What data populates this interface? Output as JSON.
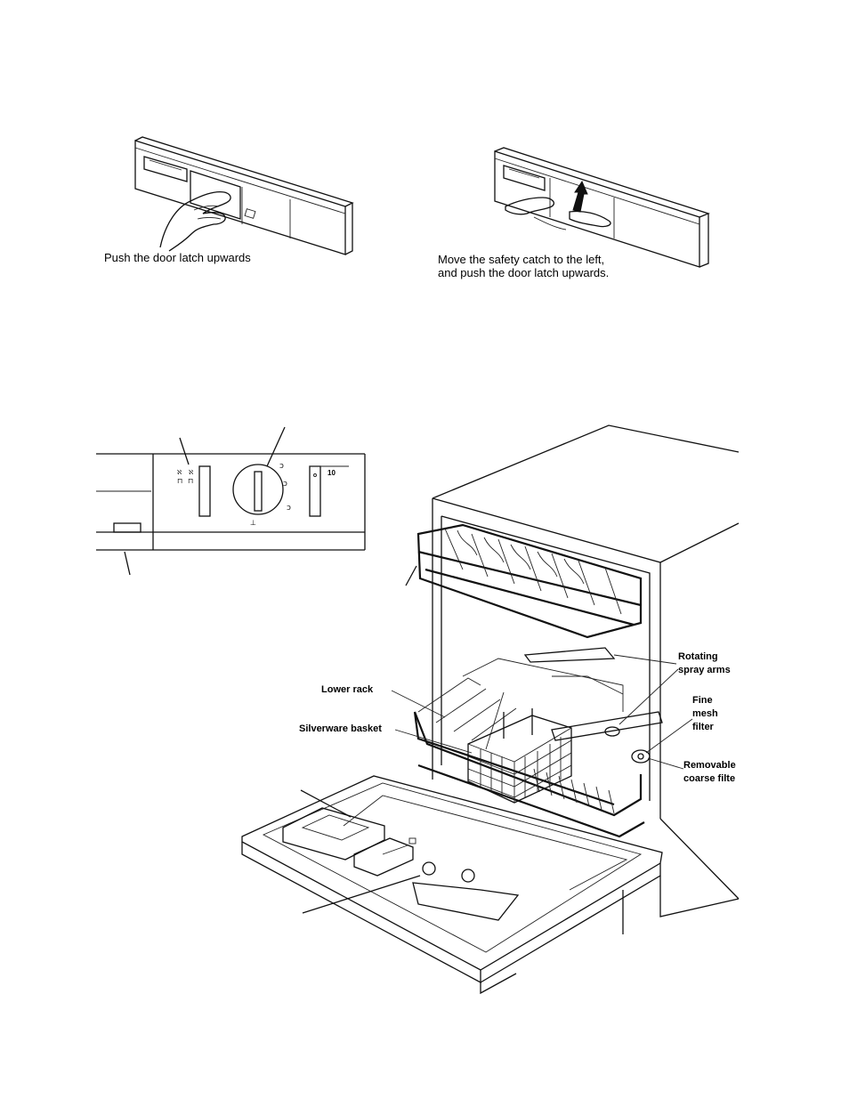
{
  "figure_top": {
    "left_caption": "Push the door latch upwards",
    "right_caption_line1": "Move the safety catch to the left,",
    "right_caption_line2": "and push the door latch upwards."
  },
  "control_panel": {
    "dial_mark": "10"
  },
  "dishwasher_labels": {
    "lower_rack": "Lower rack",
    "silverware_basket": "Silverware basket",
    "rotating_line1": "Rotating",
    "rotating_line2": "spray arms",
    "fine_line1": "Fine",
    "fine_line2": "mesh",
    "fine_line3": "filter",
    "removable_line1": "Removable",
    "removable_line2": "coarse filte"
  }
}
